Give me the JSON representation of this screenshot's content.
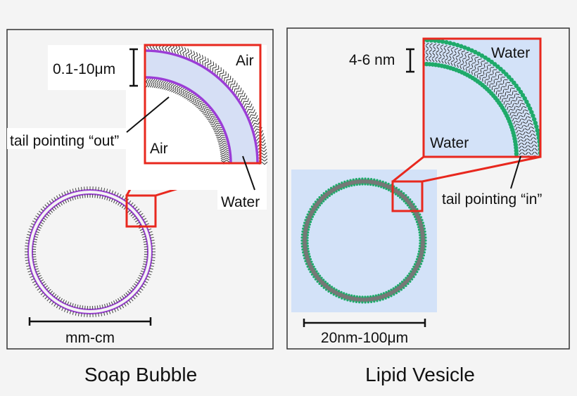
{
  "soap_bubble": {
    "title": "Soap Bubble",
    "thickness_label": "0.1-10μm",
    "medium_outer": "Air",
    "medium_inner": "Air",
    "tail_label": "tail pointing “out”",
    "water_label": "Water",
    "scale_label": "mm-cm"
  },
  "lipid_vesicle": {
    "title": "Lipid Vesicle",
    "thickness_label": "4-6 nm",
    "medium_outer": "Water",
    "medium_inner": "Water",
    "tail_label": "tail pointing “in”",
    "scale_label": "20nm-100μm"
  },
  "colors": {
    "highlight_box": "#e8281e",
    "soap_film": "#9b3dd6",
    "soap_film_fill": "#d6dff5",
    "vesicle_head": "#1faa6a",
    "water_bg": "#d3e2f8",
    "tail": "#555555"
  }
}
